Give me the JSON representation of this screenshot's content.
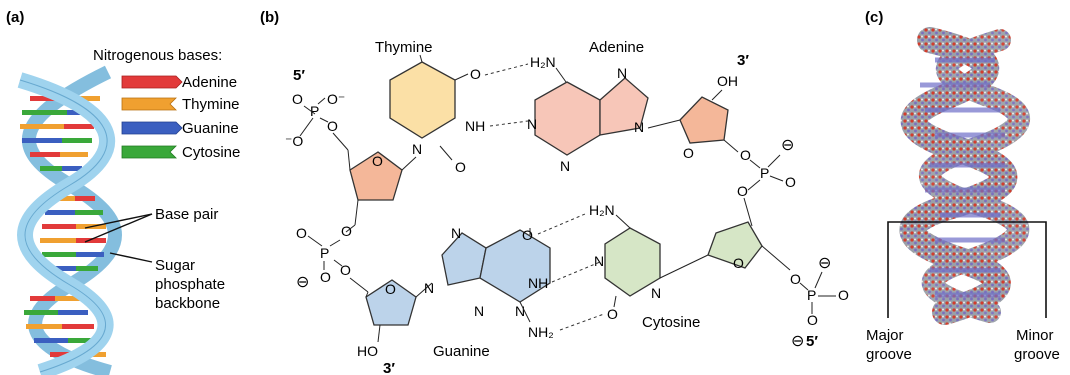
{
  "panels": {
    "a": {
      "label": "(a)",
      "legend_title": "Nitrogenous bases:",
      "legend": [
        {
          "name": "Adenine",
          "color": "#e23a3a"
        },
        {
          "name": "Thymine",
          "color": "#f0a030"
        },
        {
          "name": "Guanine",
          "color": "#3b5fc0"
        },
        {
          "name": "Cytosine",
          "color": "#3aa83a"
        }
      ],
      "base_pair_label": "Base pair",
      "backbone_label": [
        "Sugar",
        "phosphate",
        "backbone"
      ]
    },
    "b": {
      "label": "(b)",
      "strand_ends": {
        "top_left": "5′",
        "top_right": "3′",
        "bottom_left": "3′",
        "bottom_right": "5′"
      },
      "bases": {
        "thymine": "Thymine",
        "adenine": "Adenine",
        "guanine": "Guanine",
        "cytosine": "Cytosine"
      },
      "atoms": {
        "O": "O",
        "N": "N",
        "NH": "NH",
        "H2N": "H₂N",
        "NH2": "NH₂",
        "OH": "OH",
        "HO": "HO",
        "P": "P",
        "O_minus": "O⁻",
        "minus_O": "⁻O",
        "circle_minus": "⊖"
      }
    },
    "c": {
      "label": "(c)",
      "major_groove": [
        "Major",
        "groove"
      ],
      "minor_groove": [
        "Minor",
        "groove"
      ]
    }
  },
  "colors": {
    "adenine_fill": "#f7c6b8",
    "thymine_fill": "#fbe0a6",
    "guanine_fill": "#bcd3ea",
    "cytosine_fill": "#d6e6c6",
    "sugar_fill": "#f4b799",
    "backbone": "#8fcbe8"
  }
}
